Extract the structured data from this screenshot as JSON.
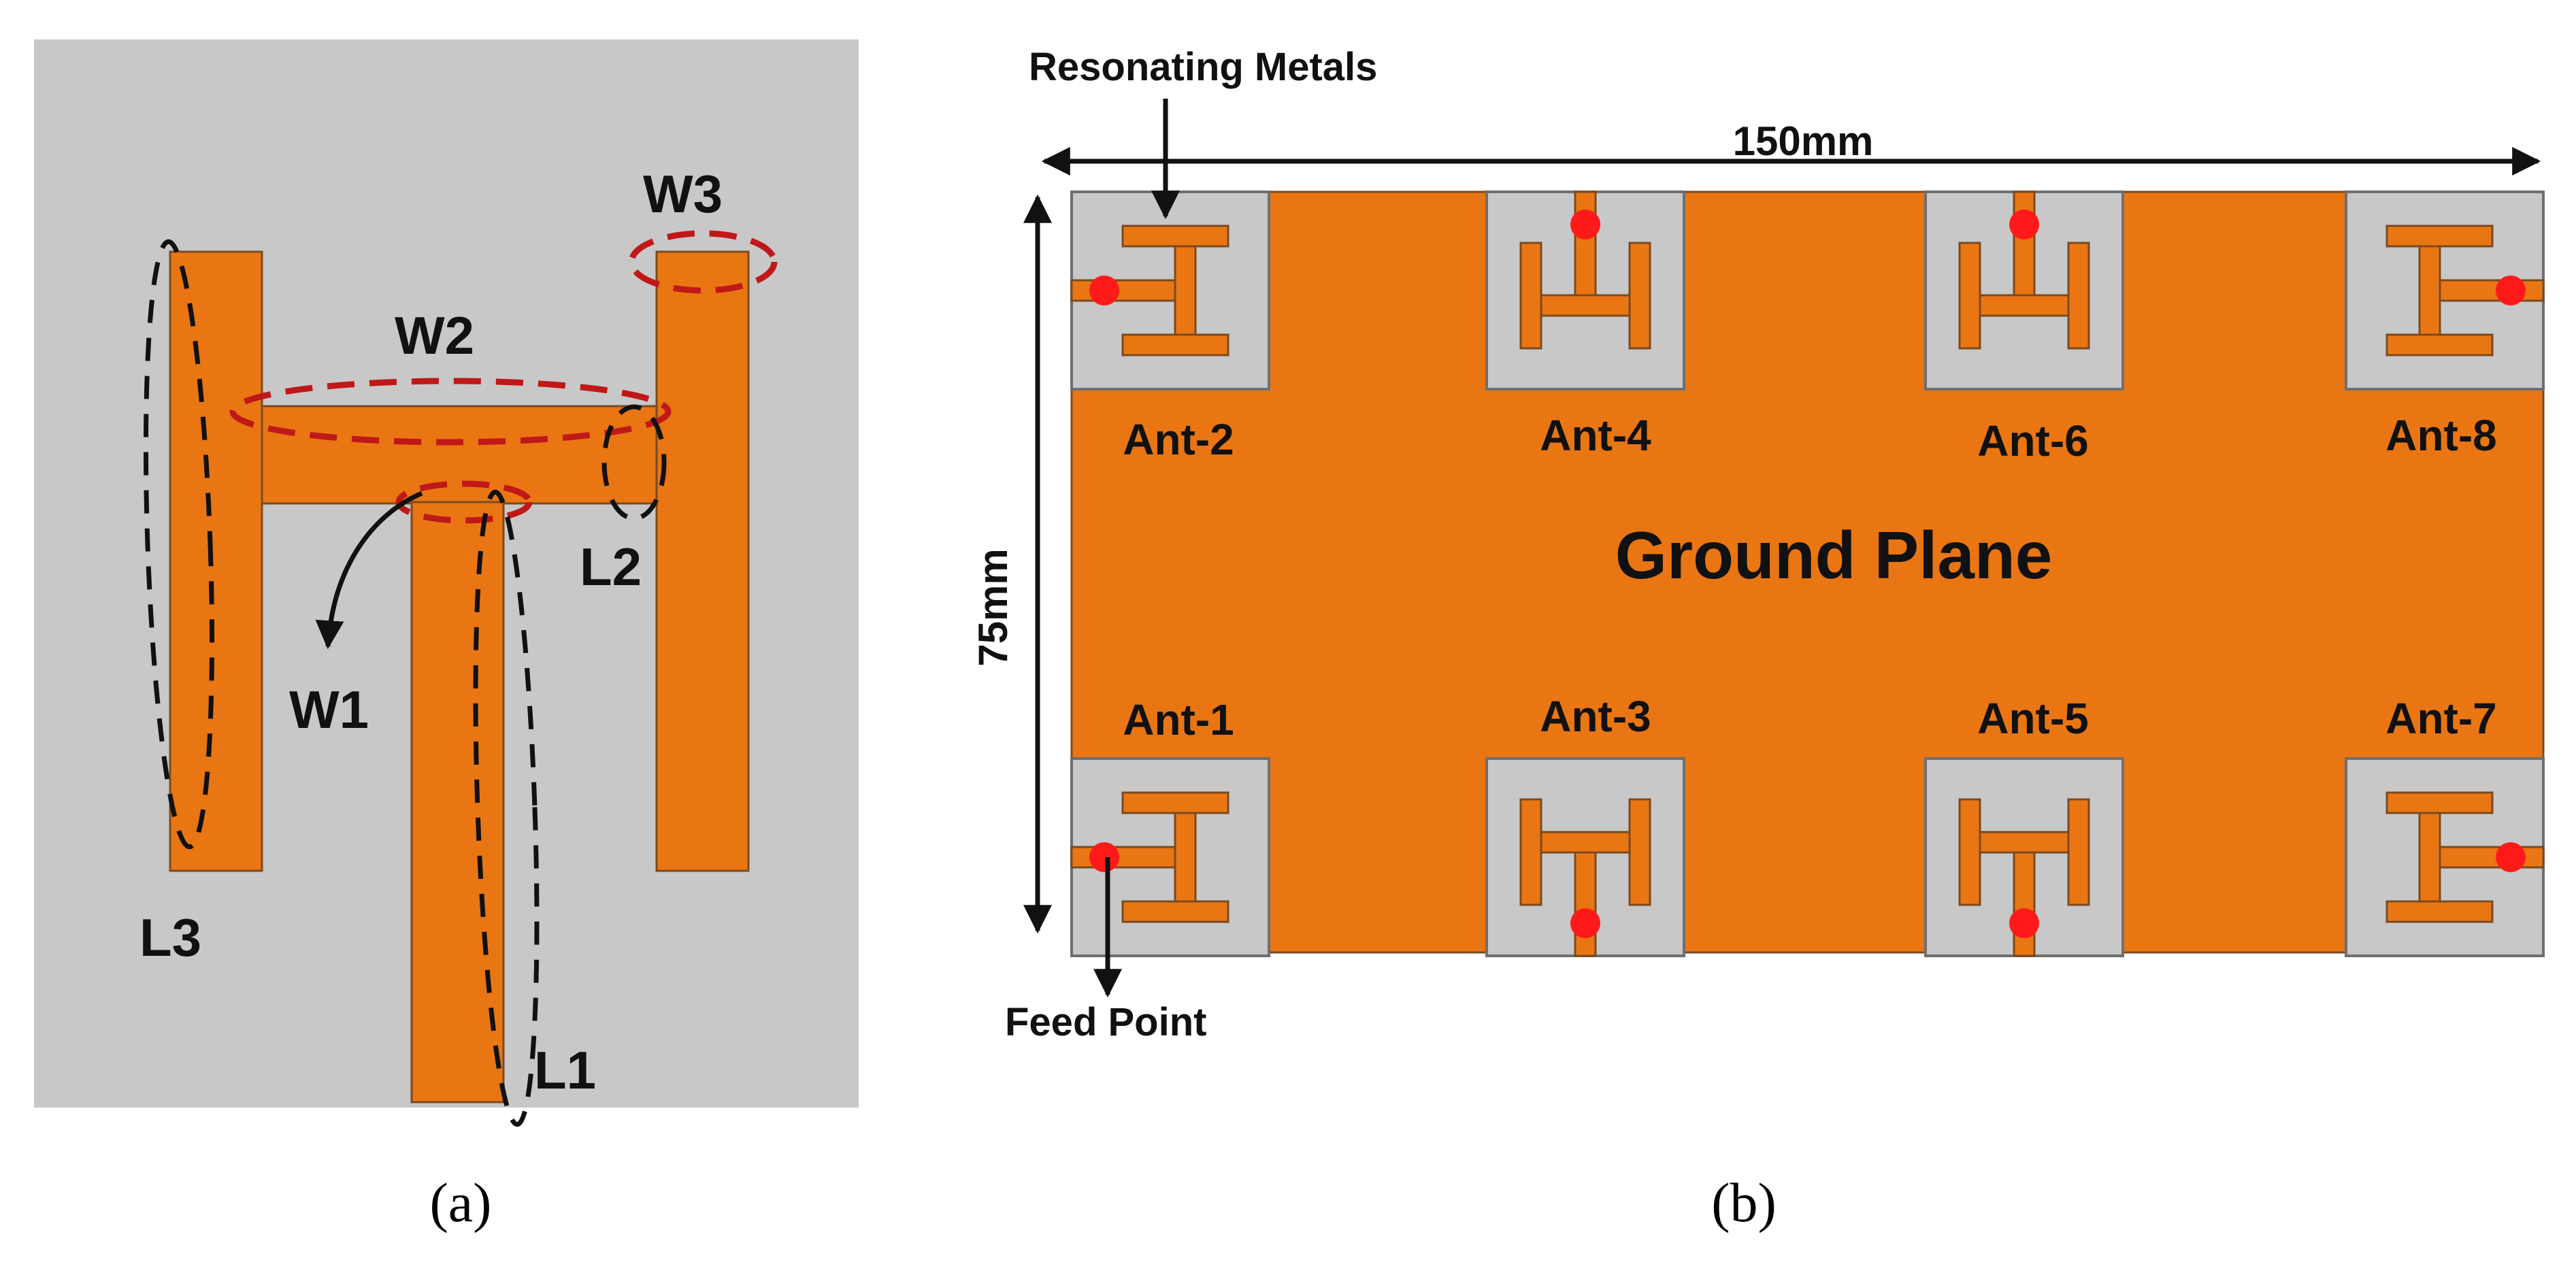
{
  "colors": {
    "copper": "#E97613",
    "substrate": "#C8C8C8",
    "feed_dot": "#FF1A1A",
    "width_marker": "#C01818",
    "length_marker": "#111111"
  },
  "panel_a": {
    "caption": "(a)",
    "labels": {
      "w1": "W1",
      "w2": "W2",
      "w3": "W3",
      "l1": "L1",
      "l2": "L2",
      "l3": "L3"
    }
  },
  "panel_b": {
    "caption": "(b)",
    "width_label": "150mm",
    "height_label": "75mm",
    "ground_label": "Ground Plane",
    "resonating_label": "Resonating Metals",
    "feed_label": "Feed Point",
    "antennas": [
      {
        "id": "ant1",
        "label": "Ant-1",
        "orientation": "feed-left"
      },
      {
        "id": "ant2",
        "label": "Ant-2",
        "orientation": "feed-left"
      },
      {
        "id": "ant3",
        "label": "Ant-3",
        "orientation": "feed-bottom"
      },
      {
        "id": "ant4",
        "label": "Ant-4",
        "orientation": "feed-top"
      },
      {
        "id": "ant5",
        "label": "Ant-5",
        "orientation": "feed-bottom"
      },
      {
        "id": "ant6",
        "label": "Ant-6",
        "orientation": "feed-top"
      },
      {
        "id": "ant7",
        "label": "Ant-7",
        "orientation": "feed-right"
      },
      {
        "id": "ant8",
        "label": "Ant-8",
        "orientation": "feed-right"
      }
    ]
  }
}
